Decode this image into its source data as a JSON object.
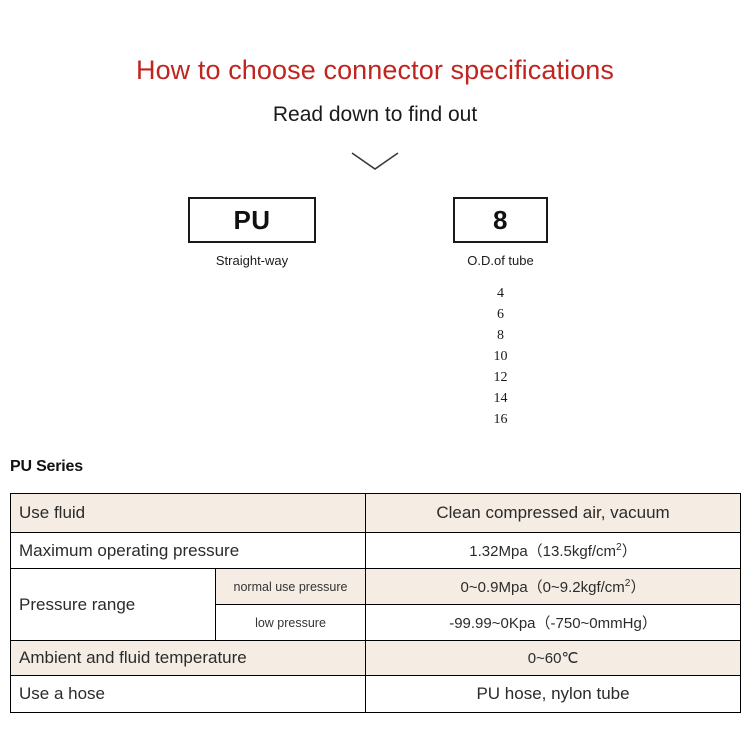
{
  "header": {
    "title": "How to choose connector specifications",
    "subtitle": "Read down to find out",
    "arrow_icon": "chevron-down-icon"
  },
  "selector": {
    "boxes": [
      {
        "code": "PU",
        "caption": "Straight-way"
      },
      {
        "code": "8",
        "caption": "O.D.of tube"
      }
    ],
    "tube_sizes": [
      "4",
      "6",
      "8",
      "10",
      "12",
      "14",
      "16"
    ]
  },
  "series": {
    "heading": "PU Series",
    "rows": [
      {
        "label": "Use fluid",
        "value": "Clean compressed air, vacuum",
        "shade": "beige"
      },
      {
        "label": "Maximum operating pressure",
        "value": "1.32Mpa（13.5kgf/cm",
        "value_sup": "2",
        "value_tail": "）",
        "shade": "white"
      },
      {
        "label": "Pressure range",
        "sub_label": "normal use pressure",
        "value": "0~0.9Mpa（0~9.2kgf/cm",
        "value_sup": "2",
        "value_tail": "）",
        "shade": "beige"
      },
      {
        "sub_label": "low pressure",
        "value": "-99.99~0Kpa（-750~0mmHg）",
        "shade": "white"
      },
      {
        "label": "Ambient and fluid temperature",
        "value": "0~60℃",
        "shade": "beige"
      },
      {
        "label": "Use a hose",
        "value": "PU hose, nylon tube",
        "shade": "white"
      }
    ]
  },
  "colors": {
    "title_red": "#c0251f",
    "table_beige": "#f5ede4",
    "border_black": "#000000",
    "text_dark": "#1a1a1a"
  }
}
